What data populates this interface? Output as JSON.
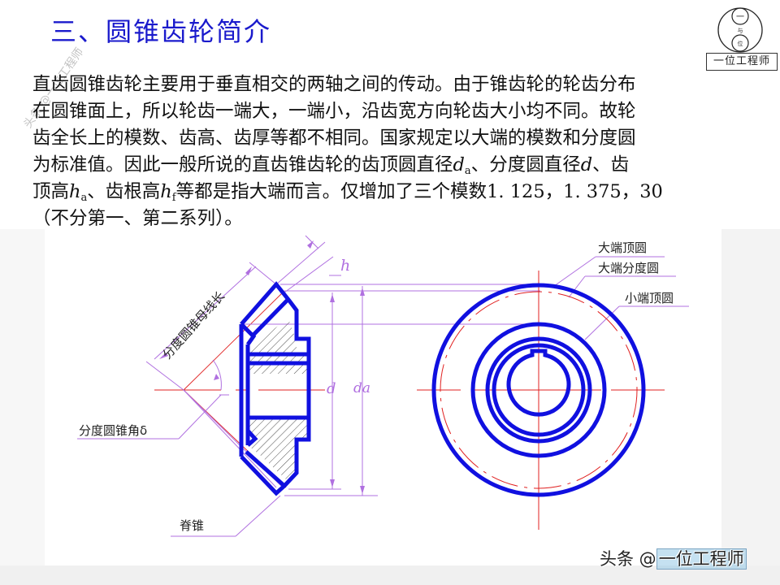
{
  "slide": {
    "title": "三、圆锥齿轮简介",
    "logo": {
      "top_circle_char": "一",
      "middle_char": "与",
      "bottom_circle_char": "位",
      "box_label": "一位工程师"
    },
    "paragraph": {
      "lines": [
        {
          "text": "直齿圆锥齿轮主要用于垂直相交的两轴之间的传动。由于锥齿轮的轮齿分布"
        },
        {
          "text": "在圆锥面上，所以轮齿一端大，一端小，沿齿宽方向轮齿大小均不同。故轮"
        },
        {
          "text": "齿全长上的模数、齿高、齿厚等都不相同。国家规定以大端的模数和分度圆"
        },
        {
          "pre": "为标准值。因此一般所说的直齿锥齿轮的齿顶圆直径",
          "sym1": "d",
          "sub1": "a",
          "mid": "、分度圆直径",
          "sym2": "d",
          "post": "、齿"
        },
        {
          "pre": "顶高",
          "sym1": "h",
          "sub1": "a",
          "mid": "、齿根高",
          "sym2": "h",
          "sub2": "f",
          "post": "等都是指大端而言。仅增加了三个模数1. 125，1. 375，30"
        },
        {
          "text": "（不分第一、第二系列）。"
        }
      ]
    },
    "figure": {
      "labels": {
        "cone_generatrix_length": "分度圆锥母线长",
        "h": "h",
        "d": "d",
        "da": "da",
        "pitch_cone_angle": "分度圆锥角δ",
        "back_cone": "脊锥",
        "large_end_tip_circle": "大端顶圆",
        "large_end_pitch_circle": "大端分度圆",
        "small_end_tip_circle": "小端顶圆"
      },
      "colors": {
        "outline": "#1010e0",
        "center_line": "#e02020",
        "dimension": "#b070e0",
        "hatch": "#222222"
      }
    },
    "watermarks": {
      "diagonal": "头条 @一位工程师",
      "bottom_prefix": "头条 @",
      "bottom_name": "一位工程师"
    }
  }
}
